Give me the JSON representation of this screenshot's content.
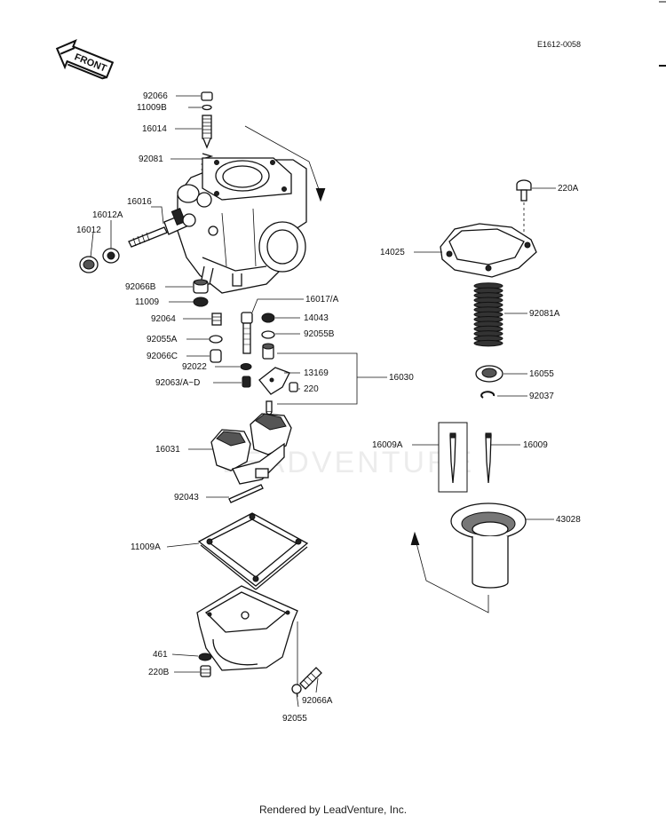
{
  "diagram_code": "E1612-0058",
  "front_label": "FRONT",
  "watermark": "LEADVENTURE",
  "footer": "Rendered by LeadVenture, Inc.",
  "labels": {
    "p92066": "92066",
    "p11009B": "11009B",
    "p16014": "16014",
    "p92081": "92081",
    "p16016": "16016",
    "p16012A": "16012A",
    "p16012": "16012",
    "p92066B": "92066B",
    "p11009": "11009",
    "p92064": "92064",
    "p92055A": "92055A",
    "p92066C": "92066C",
    "p92022": "92022",
    "p92063": "92063/A~D",
    "p16017": "16017/A",
    "p14043": "14043",
    "p92055B": "92055B",
    "p13169": "13169",
    "p220": "220",
    "p16030": "16030",
    "p16031": "16031",
    "p92043": "92043",
    "p11009A": "11009A",
    "p461": "461",
    "p220B": "220B",
    "p92066A": "92066A",
    "p92055": "92055",
    "p220A": "220A",
    "p14025": "14025",
    "p92081A": "92081A",
    "p16055": "16055",
    "p92037": "92037",
    "p16009A": "16009A",
    "p16009": "16009",
    "p43028": "43028"
  }
}
